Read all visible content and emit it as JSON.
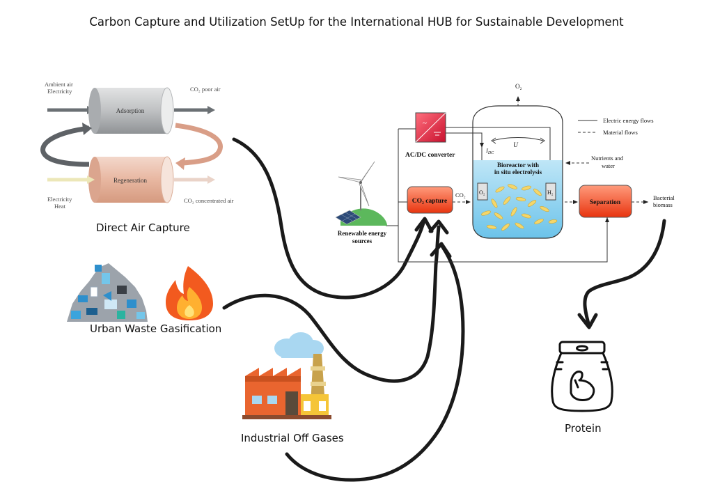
{
  "title": "Carbon Capture and Utilization SetUp for the International HUB for Sustainable Development",
  "dac": {
    "label": "Direct Air Capture",
    "in_top_1": "Ambient air",
    "in_top_2": "Electricity",
    "out_top": "CO₂ poor air",
    "box_top": "Adsorption",
    "box_bottom": "Regeneration",
    "in_bottom_1": "Electricity",
    "in_bottom_2": "Heat",
    "out_bottom": "CO₂ concentrated air"
  },
  "urban_waste": {
    "label": "Urban Waste Gasification"
  },
  "industrial": {
    "label": "Industrial Off Gases"
  },
  "protein": {
    "label": "Protein"
  },
  "process": {
    "converter_label": "AC/DC converter",
    "o2_top": "O₂",
    "legend_electric": "Electric energy flows",
    "legend_material": "Material flows",
    "current_label": "I",
    "current_sub": "DC",
    "voltage_label": "U",
    "nutrients_1": "Nutrients and",
    "nutrients_2": "water",
    "bioreactor_1": "Bioreactor with",
    "bioreactor_2": "in situ electrolysis",
    "co2_capture": "CO₂ capture",
    "co2_flow": "CO₂",
    "o2_electrode": "O₂",
    "h2_electrode": "H₂",
    "separation": "Separation",
    "bacterial_1": "Bacterial",
    "bacterial_2": "biomass",
    "renewable_1": "Renewable energy",
    "renewable_2": "sources"
  }
}
